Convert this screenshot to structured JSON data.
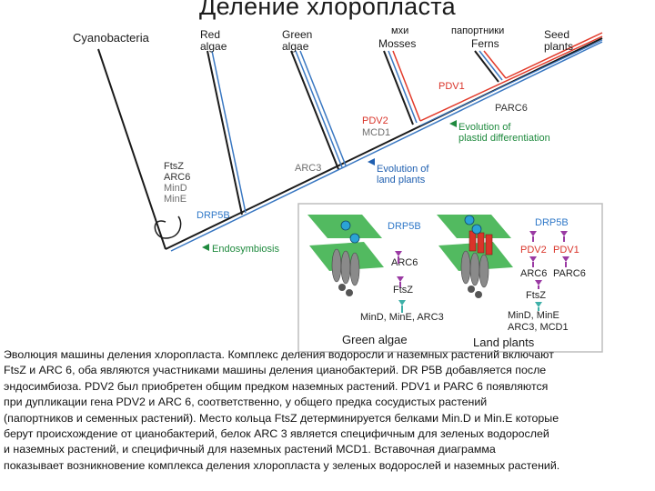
{
  "slide": {
    "title": "Деление хлоропласта",
    "caption_lines": [
      "Эволюция машины деления хлоропласта. Комплекс деления водоросли и наземных растений включают",
      "FtsZ и ARC 6, оба являются участниками машины деления цианобактерий. DR P5B добавляется после",
      "эндосимбиоза. PDV2 был приобретен общим предком наземных растений. PDV1 и PARC 6 появляются",
      "при дупликации гена PDV2 и ARC 6, соответственно, у общего предка сосудистых растений",
      "(папортников и семенных растений). Место кольца FtsZ детерминируется белками Min.D и Min.E которые",
      "берут происхождение от цианобактерий, белок ARC 3 является специфичным для зеленых водорослей",
      "и наземных растений, и специфичный для наземных растений MCD1. Вставочная диаграмма",
      "показывает возникновение комплекса деления хлоропласта у зеленых водорослей и наземных растений."
    ]
  },
  "overlay_labels": {
    "mosses_ru": "мхи",
    "ferns_ru": "папортники"
  },
  "tree": {
    "taxa": {
      "cyanobacteria": "Cyanobacteria",
      "red_algae_1": "Red",
      "red_algae_2": "algae",
      "green_algae_1": "Green",
      "green_algae_2": "algae",
      "mosses": "Mosses",
      "ferns": "Ferns",
      "seed_plants_1": "Seed",
      "seed_plants_2": "plants"
    },
    "proteins": {
      "ftsz": "FtsZ",
      "arc6": "ARC6",
      "mind": "MinD",
      "mine": "MinE",
      "drp5b": "DRP5B",
      "arc3": "ARC3",
      "pdv2": "PDV2",
      "mcd1": "MCD1",
      "pdv1": "PDV1",
      "parc6": "PARC6"
    },
    "events": {
      "endosymbiosis": "Endosymbiosis",
      "evolution_land_1": "Evolution of",
      "evolution_land_2": "land plants",
      "evolution_plastid_1": "Evolution of",
      "evolution_plastid_2": "plastid differentiation"
    }
  },
  "inset": {
    "green_algae": {
      "title": "Green algae",
      "drp5b": "DRP5B",
      "arc6": "ARC6",
      "ftsz": "FtsZ",
      "bottom": "MinD, MinE, ARC3"
    },
    "land_plants": {
      "title": "Land plants",
      "drp5b": "DRP5B",
      "pdv2": "PDV2",
      "pdv1": "PDV1",
      "arc6": "ARC6",
      "parc6": "PARC6",
      "ftsz": "FtsZ",
      "bottom_1": "MinD, MinE",
      "bottom_2": "ARC3, MCD1"
    }
  },
  "colors": {
    "trunk": "#1a1a1a",
    "blue_line": "#3a78c2",
    "red_line": "#e23a2a",
    "protein_black": "#333333",
    "protein_gray": "#6e6e6e",
    "protein_blue": "#2f78c8",
    "protein_red": "#d9342a",
    "event_green": "#1f8a3e",
    "event_blue": "#1f5fb0",
    "leaf_green": "#3fb34f",
    "purple_arrow": "#9a3aa3",
    "teal_arrow": "#3fb0a8",
    "ring_gray": "#8a8a8a",
    "drp_blue": "#2ba3d6"
  }
}
